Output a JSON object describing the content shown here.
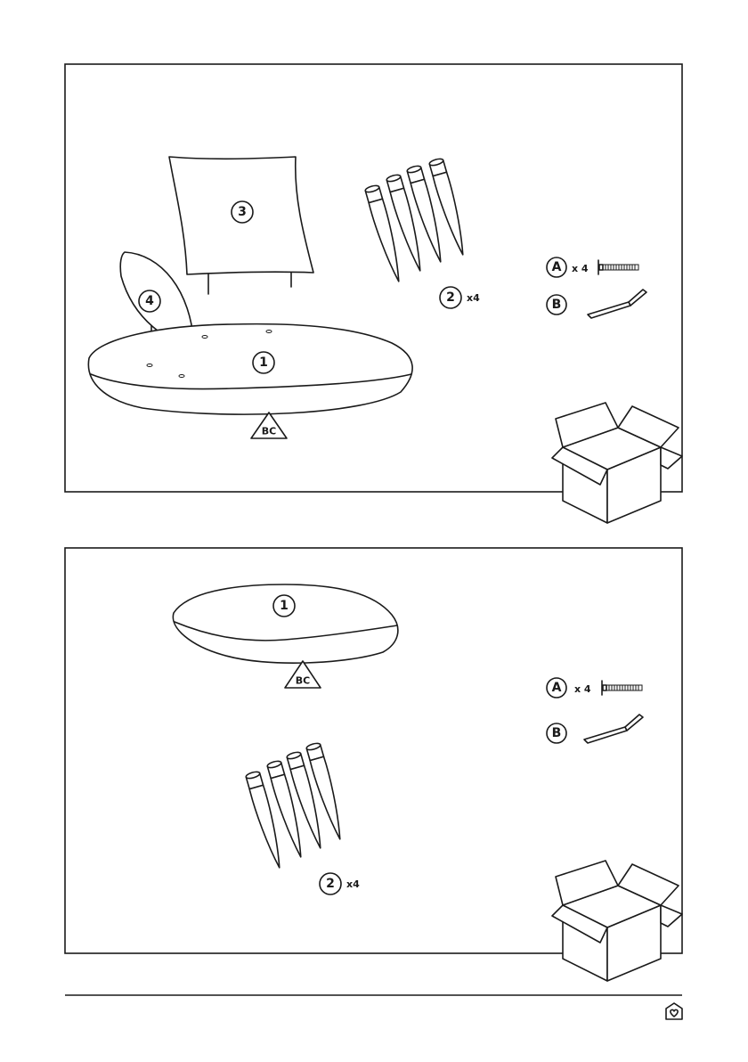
{
  "panels": [
    {
      "parts": {
        "seat": "1",
        "leg": "2",
        "backrest": "3",
        "armrest": "4"
      },
      "leg_qty": "x4",
      "hardware": [
        {
          "label": "A",
          "qty": "x 4",
          "icon": "bolt-icon"
        },
        {
          "label": "B",
          "icon": "allen-key-icon"
        }
      ],
      "bc_badge": "BC"
    },
    {
      "parts": {
        "seat": "1",
        "leg": "2"
      },
      "leg_qty": "x4",
      "hardware": [
        {
          "label": "A",
          "qty": "x 4",
          "icon": "bolt-icon"
        },
        {
          "label": "B",
          "icon": "allen-key-icon"
        }
      ],
      "bc_badge": "BC"
    }
  ],
  "footer": {
    "icon": "home-heart-icon"
  }
}
